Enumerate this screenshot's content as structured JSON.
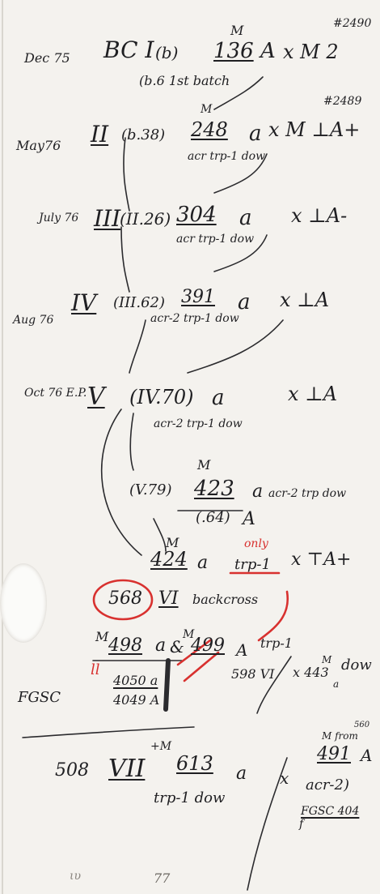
{
  "rows": [
    {
      "date": "Dec 75",
      "generation": "BC I",
      "parent": "(b)",
      "strain_mark": "M",
      "strain": "136",
      "mating": "A",
      "cross": "x M 2",
      "ref": "#2490",
      "note": "(b.6 1st batch"
    },
    {
      "date": "May76",
      "generation": "II",
      "parent": "(b.38)",
      "strain_mark": "M",
      "strain": "248",
      "mating": "a",
      "cross": "x M ⊥A+",
      "ref": "#2489",
      "genotype": "acr trp-1 dow"
    },
    {
      "date": "July 76",
      "generation": "III",
      "parent": "(II.26)",
      "strain": "304",
      "mating": "a",
      "cross": "x ⊥A-",
      "genotype": "acr trp-1 dow"
    },
    {
      "date": "Aug 76",
      "generation": "IV",
      "parent": "(III.62)",
      "strain": "391",
      "mating": "a",
      "cross": "x ⊥A",
      "genotype": "acr-2 trp-1 dow"
    },
    {
      "date": "Oct 76 E.P.",
      "generation": "V",
      "parent": "(IV.70)",
      "mating": "a",
      "cross": "x ⊥A",
      "genotype": "acr-2 trp-1 dow"
    }
  ],
  "v79": {
    "parent": "(V.79)",
    "strain_mark": "M",
    "strain": "423",
    "mating": "a",
    "genotype": "acr-2 trp dow",
    "sub": "(.64)",
    "sub_mating": "A"
  },
  "r424": {
    "mark": "M",
    "strain": "424",
    "mating": "a",
    "genotype": "trp-1",
    "red_note": "only",
    "cross": "x ⊤A+"
  },
  "backcross": {
    "number": "568",
    "generation": "VI",
    "label": "backcross"
  },
  "r498": {
    "mark1": "M",
    "strain1": "498",
    "mating1": "a",
    "and": "&",
    "mark2": "M",
    "strain2": "499",
    "mating2": "A",
    "genotype": "trp-1",
    "cross": "598 VI",
    "cross2": "x 443",
    "cross2_mark": "M",
    "cross2_mating": "a",
    "cross2_geno": "dow",
    "fgsc": "FGSC",
    "fgsc_a": "4050 a",
    "fgsc_b": "4049 A",
    "red_mark": "ll"
  },
  "r508": {
    "number": "508",
    "generation": "VII",
    "mark": "+M",
    "strain": "613",
    "mating": "a",
    "genotype": "trp-1 dow",
    "cross": "x",
    "right_mark": "M from",
    "right_small": "560",
    "right_strain": "491",
    "right_mating": "A",
    "right_geno": "acr-2)",
    "right_fgsc": "FGSC 404",
    "right_tick": "f"
  },
  "footer": {
    "left": "ιυ",
    "right": "77"
  },
  "colors": {
    "ink": "#1f1f22",
    "red": "#d8312f",
    "paper": "#f4f2ee"
  }
}
